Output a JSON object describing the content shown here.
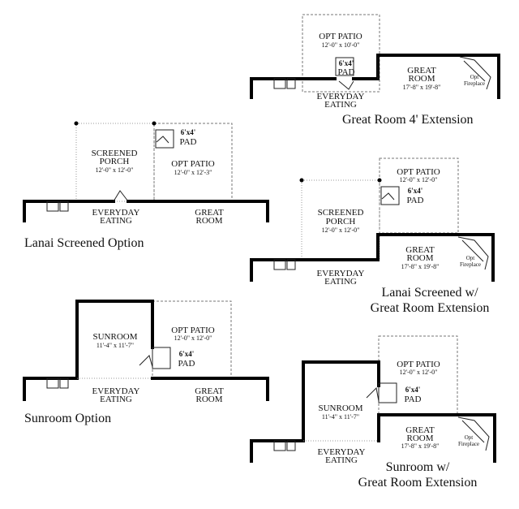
{
  "captions": {
    "great_room_ext": "Great Room 4' Extension",
    "lanai_screened": "Lanai Screened Option",
    "lanai_gr_line1": "Lanai Screened w/",
    "lanai_gr_line2": "Great Room Extension",
    "sunroom": "Sunroom Option",
    "sunroom_gr_line1": "Sunroom w/",
    "sunroom_gr_line2": "Great Room Extension"
  },
  "rooms": {
    "opt_patio": "OPT PATIO",
    "great": "GREAT",
    "room": "ROOM",
    "screened": "SCREENED",
    "porch": "PORCH",
    "sunroom": "SUNROOM",
    "everyday": "EVERYDAY",
    "eating": "EATING",
    "pad_size": "6'x4'",
    "pad": "PAD",
    "opt": "Opt",
    "fireplace": "Fireplace"
  },
  "dims": {
    "patio_10x10": "12'-0\" x 10'-0\"",
    "patio_12x12": "12'-0\" x 12'-0\"",
    "patio_12x12_3": "12'-0\" x 12'-3\"",
    "great_room": "17'-8\" x 19'-8\"",
    "porch": "12'-0\" x 12'-0\"",
    "sunroom": "11'-4\" x 11'-7\""
  }
}
